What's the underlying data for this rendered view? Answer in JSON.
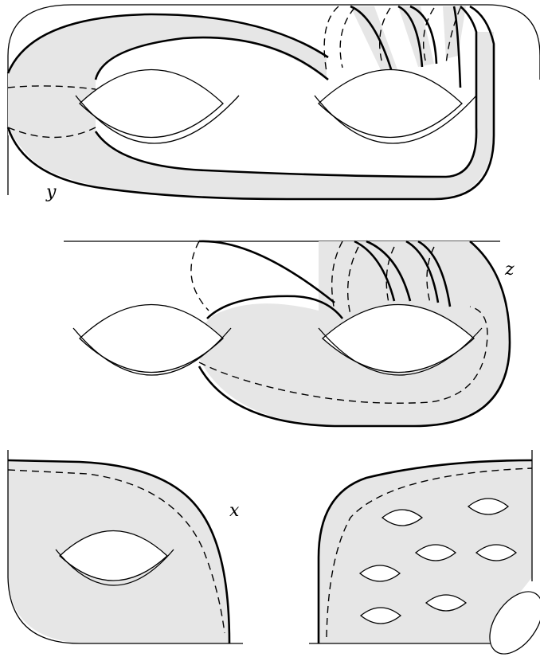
{
  "figure": {
    "panels": [
      {
        "id": "top",
        "label": "y"
      },
      {
        "id": "middle",
        "label": "z"
      },
      {
        "id": "bottom",
        "label": "x"
      }
    ]
  }
}
